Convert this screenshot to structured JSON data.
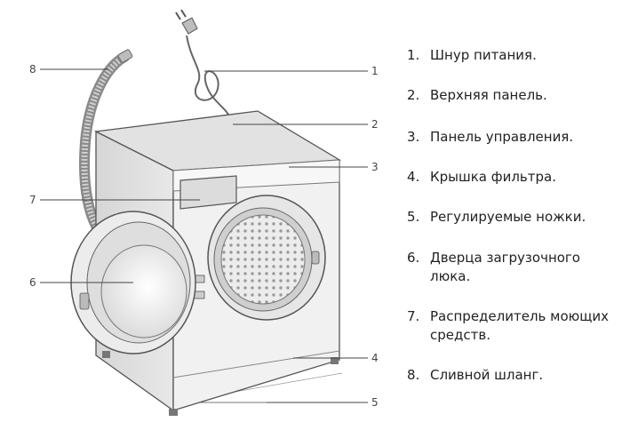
{
  "diagram": {
    "callouts": [
      {
        "id": "power-cord",
        "label": "1"
      },
      {
        "id": "top-panel",
        "label": "2"
      },
      {
        "id": "control-panel",
        "label": "3"
      },
      {
        "id": "filter-cover",
        "label": "4"
      },
      {
        "id": "adjustable-feet",
        "label": "5"
      },
      {
        "id": "loading-door",
        "label": "6"
      },
      {
        "id": "detergent-dispenser",
        "label": "7"
      },
      {
        "id": "drain-hose",
        "label": "8"
      }
    ]
  },
  "legend": [
    {
      "num": "1.",
      "text": "Шнур питания."
    },
    {
      "num": "2.",
      "text": "Верхняя панель."
    },
    {
      "num": "3.",
      "text": "Панель управления."
    },
    {
      "num": "4.",
      "text": "Крышка фильтра."
    },
    {
      "num": "5.",
      "text": "Регулируемые ножки."
    },
    {
      "num": "6.",
      "text": "Дверца загрузочного люка."
    },
    {
      "num": "7.",
      "text": "Распределитель моющих средств."
    },
    {
      "num": "8.",
      "text": "Сливной шланг."
    }
  ]
}
